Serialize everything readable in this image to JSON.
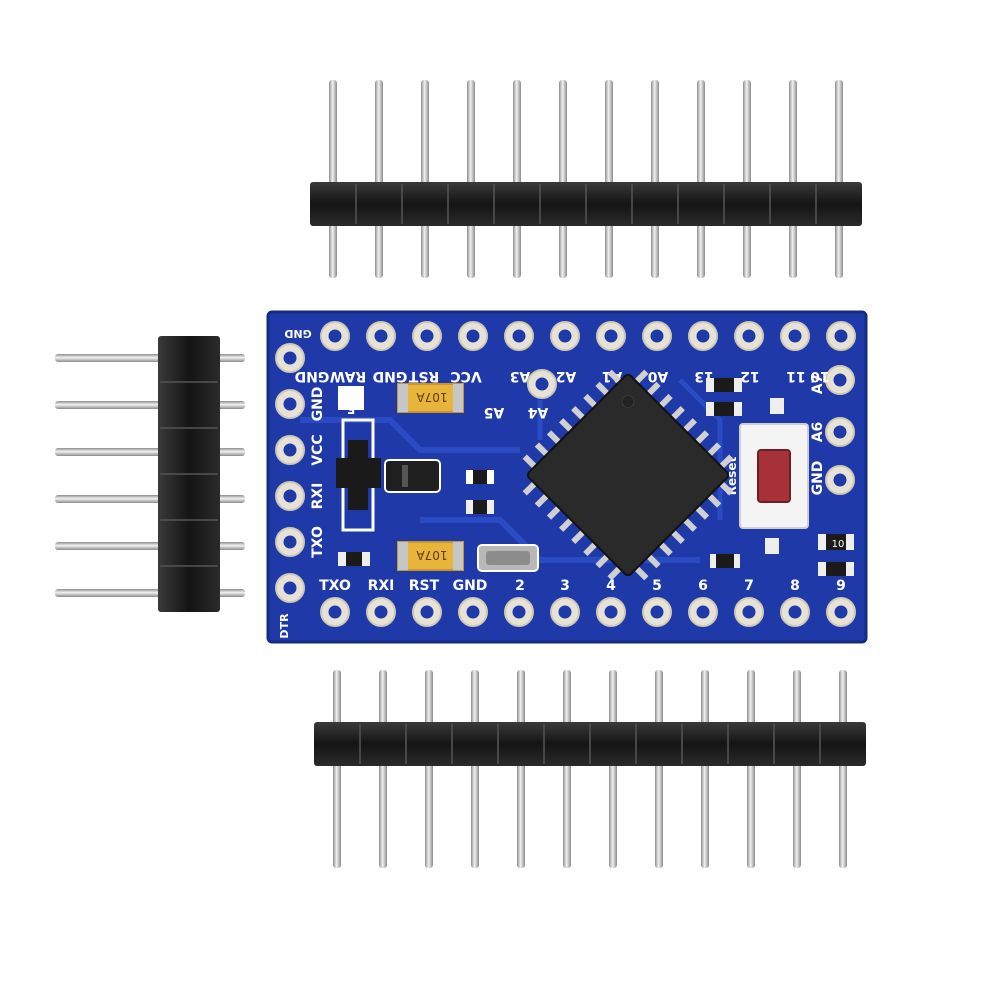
{
  "colors": {
    "background": "#ffffff",
    "pcb_blue": "#1f3aa8",
    "pcb_blue_dark": "#172d8a",
    "pad_gold": "#e7e2d6",
    "pin_metal": "#b8b8b8",
    "header_plastic": "#1a1a1a",
    "chip_black": "#2a2a2a",
    "silkscreen": "#ffffff",
    "capacitor_yellow": "#e8b53a",
    "button_red": "#a8323a"
  },
  "board": {
    "top_labels": [
      "GND",
      "RAW",
      "GND",
      "RST",
      "VCC",
      "A3",
      "A2",
      "A1",
      "A0",
      "13",
      "12",
      "11",
      "10"
    ],
    "bottom_labels": [
      "TXO",
      "RXI",
      "RST",
      "GND",
      "2",
      "3",
      "4",
      "5",
      "6",
      "7",
      "8",
      "9"
    ],
    "left_labels": [
      "GND",
      "VCC",
      "RXI",
      "TXO"
    ],
    "right_labels": [
      "A7",
      "A6",
      "GND"
    ],
    "inner_labels": {
      "a4": "A4",
      "a5": "A5",
      "reset": "Reset",
      "cap_top": "5",
      "corner_gnd": "GND",
      "corner_dtr": "DTR"
    },
    "capacitor_top_text": "107A",
    "capacitor_bottom_text": "107A",
    "resistor_text": "10"
  },
  "headers": {
    "top_row_pins": 12,
    "bottom_row_pins": 12,
    "side_row_pins": 6
  }
}
